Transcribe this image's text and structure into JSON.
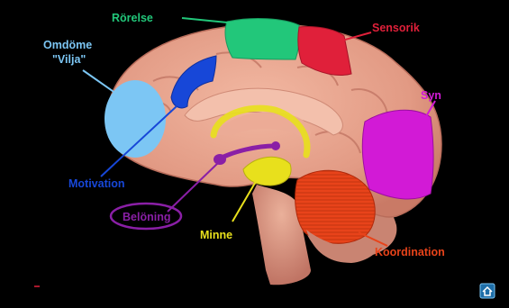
{
  "diagram": {
    "labels": {
      "rorelse": "Rörelse",
      "sensorik": "Sensorik",
      "omdome": "Omdöme",
      "vilja": "\"Vilja\"",
      "syn": "Syn",
      "motivation": "Motivation",
      "beloning": "Belöning",
      "minne": "Minne",
      "koordination": "Koordination"
    },
    "colors": {
      "background": "#000000",
      "brain": "#e6a08a",
      "rorelse": "#22c77a",
      "sensorik": "#e0203a",
      "omdome": "#7cc6f4",
      "motivation": "#1747d8",
      "syn": "#d21ad6",
      "beloning": "#8a1fa6",
      "minne": "#e8e01c",
      "koordination": "#e8431a"
    },
    "icons": [
      "home-icon"
    ]
  }
}
